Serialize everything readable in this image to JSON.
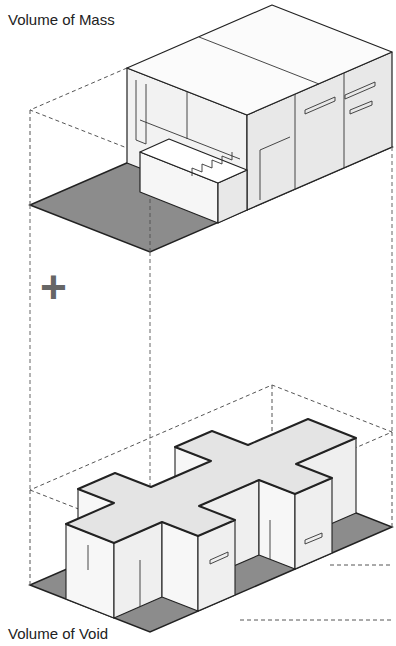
{
  "diagram": {
    "labels": [
      "Volume of Mass",
      "+",
      "Volume of Void"
    ]
  }
}
